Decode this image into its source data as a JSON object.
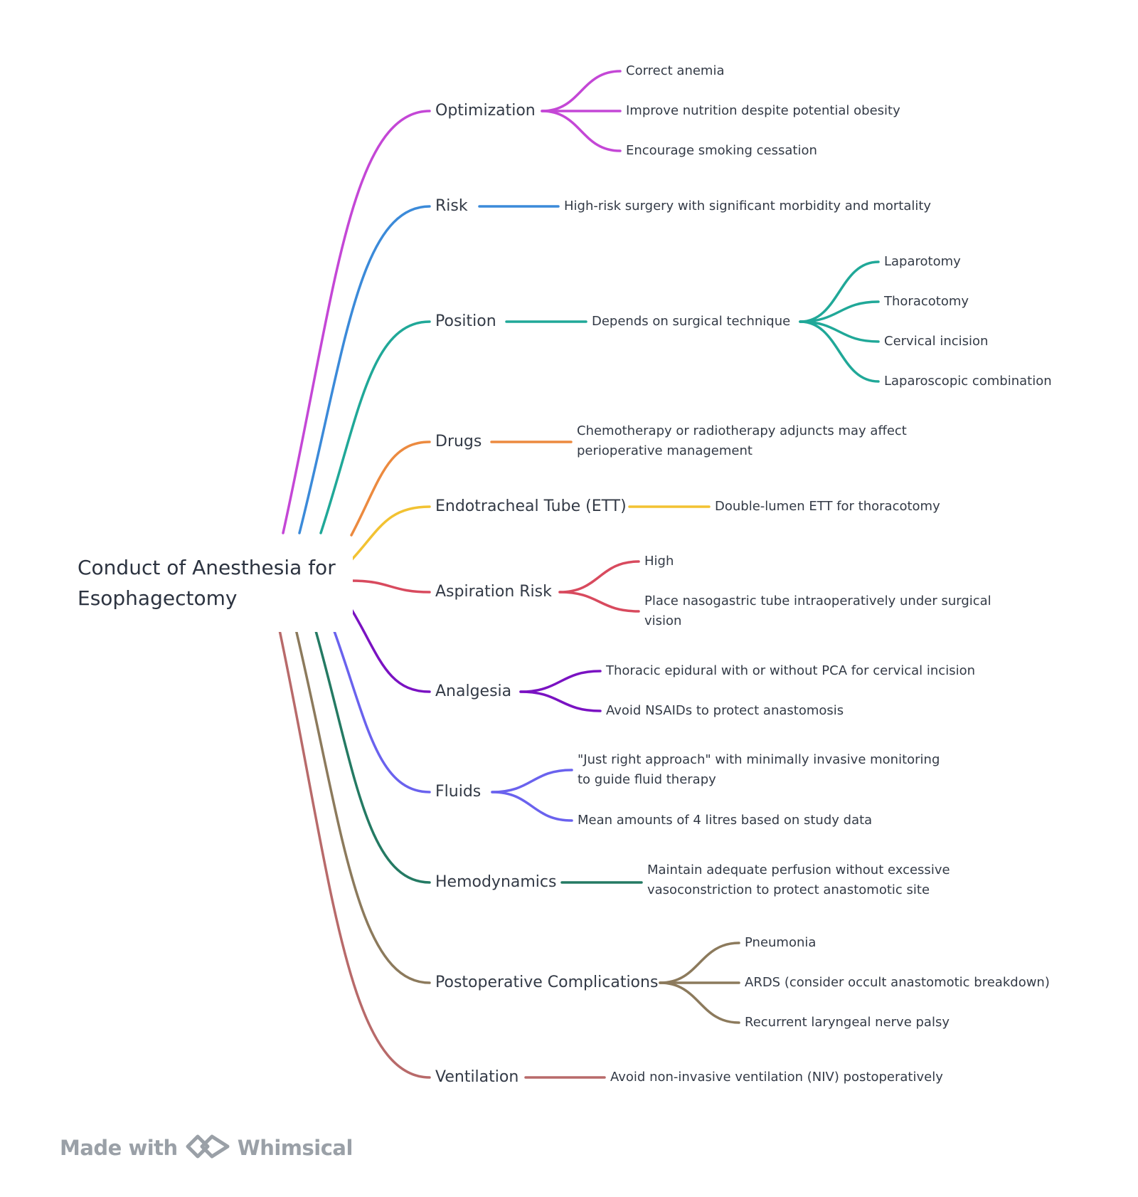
{
  "root": {
    "title": "Conduct of Anesthesia for Esophagectomy"
  },
  "branches": [
    {
      "key": "optimization",
      "label": "Optimization",
      "color": "#c447d6",
      "children": [
        "Correct anemia",
        "Improve nutrition despite potential obesity",
        "Encourage smoking cessation"
      ]
    },
    {
      "key": "risk",
      "label": "Risk",
      "color": "#3b8ad9",
      "children": [
        "High-risk surgery with significant morbidity and mortality"
      ]
    },
    {
      "key": "position",
      "label": "Position",
      "color": "#20a898",
      "children": [
        "Depends on surgical technique"
      ],
      "grandchildren": [
        "Laparotomy",
        "Thoracotomy",
        "Cervical incision",
        "Laparoscopic combination"
      ]
    },
    {
      "key": "drugs",
      "label": "Drugs",
      "color": "#ec8a3f",
      "children": [
        "Chemotherapy or radiotherapy adjuncts may affect perioperative management"
      ]
    },
    {
      "key": "ett",
      "label": "Endotracheal Tube (ETT)",
      "color": "#f2c232",
      "children": [
        "Double-lumen ETT for thoracotomy"
      ]
    },
    {
      "key": "aspiration",
      "label": "Aspiration Risk",
      "color": "#d84a5e",
      "children": [
        "High",
        "Place nasogastric tube intraoperatively under surgical vision"
      ]
    },
    {
      "key": "analgesia",
      "label": "Analgesia",
      "color": "#7a12c2",
      "children": [
        "Thoracic epidural with or without PCA for cervical incision",
        "Avoid NSAIDs to protect anastomosis"
      ]
    },
    {
      "key": "fluids",
      "label": "Fluids",
      "color": "#6a62ee",
      "children": [
        "\"Just right approach\" with minimally invasive monitoring to guide fluid therapy",
        "Mean amounts of 4 litres based on study data"
      ]
    },
    {
      "key": "hemodynamics",
      "label": "Hemodynamics",
      "color": "#247a63",
      "children": [
        "Maintain adequate perfusion without excessive vasoconstriction to protect anastomotic site"
      ]
    },
    {
      "key": "postop",
      "label": "Postoperative Complications",
      "color": "#8c7a5c",
      "children": [
        "Pneumonia",
        "ARDS (consider occult anastomotic breakdown)",
        "Recurrent laryngeal nerve palsy"
      ]
    },
    {
      "key": "ventilation",
      "label": "Ventilation",
      "color": "#b86a6a",
      "children": [
        "Avoid non-invasive ventilation (NIV) postoperatively"
      ]
    }
  ],
  "footer": {
    "made_with": "Made with",
    "brand": "Whimsical",
    "icon": "whimsical-logo-icon"
  }
}
